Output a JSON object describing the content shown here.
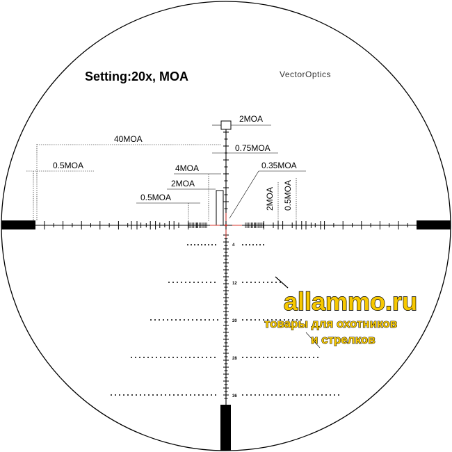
{
  "setting": "Setting:20x, MOA",
  "brand": "VectorOptics",
  "labels": {
    "top_2moa": "2MOA",
    "moa40": "40MOA",
    "moa075": "0.75MOA",
    "left_05moa": "0.5MOA",
    "moa035": "0.35MOA",
    "moa4": "4MOA",
    "mid_2moa": "2MOA",
    "inner_05moa": "0.5MOA",
    "vert_2moa": "2MOA",
    "vert_05moa": "0.5MOA"
  },
  "distances": [
    "4",
    "12",
    "20",
    "28",
    "36"
  ],
  "watermark": {
    "site": "allammo.ru",
    "line1": "товары для охотников",
    "line2": "и стрелков"
  },
  "colors": {
    "ink": "#000000",
    "center": "#d9342b",
    "watermark": "#f7c800"
  }
}
